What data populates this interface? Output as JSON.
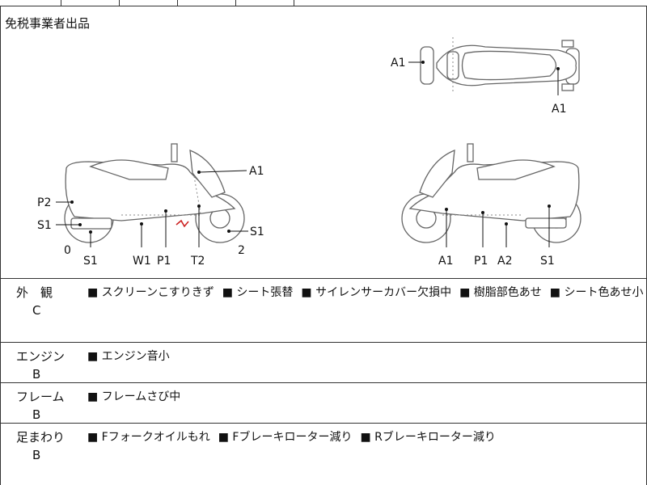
{
  "header": {
    "notice": "免税事業者出品"
  },
  "diagram": {
    "top_view": {
      "labels": [
        "A1",
        "A1"
      ]
    },
    "left_side": {
      "labels": [
        "A1",
        "P2",
        "S1",
        "S1",
        "0",
        "2",
        "S1",
        "W1",
        "P1",
        "T2"
      ]
    },
    "right_side": {
      "labels": [
        "A1",
        "P1",
        "A2",
        "S1"
      ]
    },
    "colors": {
      "line": "#666666",
      "damage_mark": "#cc2222"
    }
  },
  "sections": [
    {
      "category": "外　観",
      "grade": "C",
      "items": [
        "■ スクリーンこすりきず",
        "■ シート張替",
        "■ サイレンサーカバー欠損中",
        "■ 樹脂部色あせ",
        "■ シート色あせ小"
      ]
    },
    {
      "category": "エンジン",
      "grade": "B",
      "items": [
        "■ エンジン音小"
      ]
    },
    {
      "category": "フレーム",
      "grade": "B",
      "items": [
        "■ フレームさび中"
      ]
    },
    {
      "category": "足まわり",
      "grade": "B",
      "items": [
        "■ Fフォークオイルもれ",
        "■ Fブレーキローター減り",
        "■ Rブレーキローター減り"
      ]
    }
  ]
}
